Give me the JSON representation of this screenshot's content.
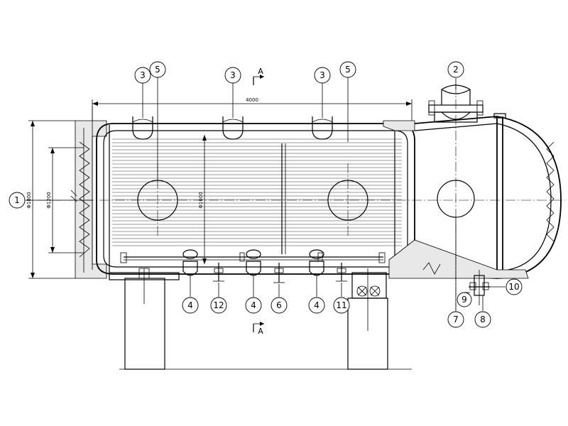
{
  "dimensions": {
    "shell_length": "4000",
    "outer_diameter": "Φ1800",
    "inner_diameter": "Φ1200",
    "tube_bundle_height": "Φ1600"
  },
  "section_marks": {
    "top": "A",
    "bottom": "A"
  },
  "callouts": {
    "c1": "1",
    "c2": "2",
    "c3a": "3",
    "c3b": "3",
    "c3c": "3",
    "c4a": "4",
    "c4b": "4",
    "c4c": "4",
    "c5a": "5",
    "c5b": "5",
    "c6": "6",
    "c7": "7",
    "c8": "8",
    "c9": "9",
    "c10": "10",
    "c11": "11",
    "c12": "12"
  }
}
